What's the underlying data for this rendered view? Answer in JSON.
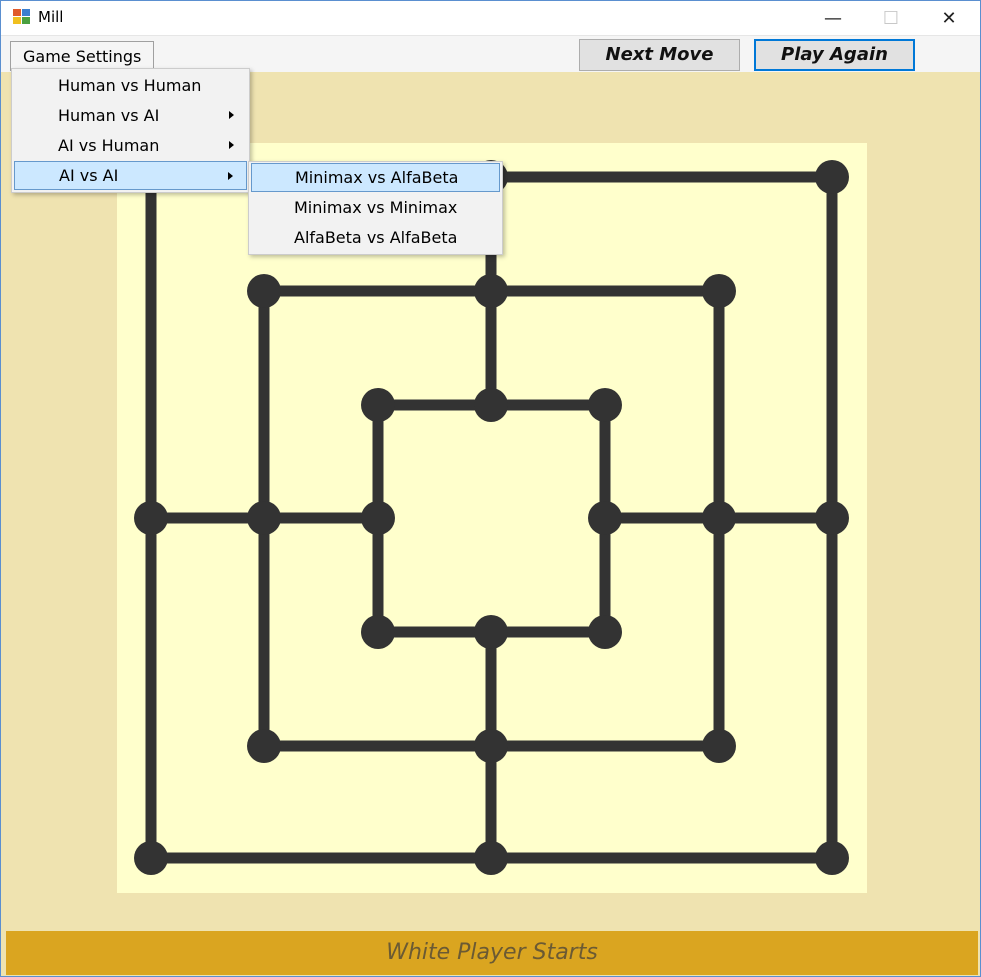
{
  "window": {
    "title": "Mill",
    "minimize_glyph": "—",
    "maximize_glyph": "☐",
    "close_glyph": "✕"
  },
  "menubar": {
    "game_settings_label": "Game Settings",
    "next_move_label": "Next Move",
    "play_again_label": "Play Again"
  },
  "game_settings_menu": {
    "items": [
      {
        "label": "Human vs Human",
        "has_submenu": false
      },
      {
        "label": "Human vs AI",
        "has_submenu": true
      },
      {
        "label": "AI vs Human",
        "has_submenu": true
      },
      {
        "label": "AI vs AI",
        "has_submenu": true,
        "highlighted": true
      }
    ]
  },
  "ai_vs_ai_submenu": {
    "items": [
      {
        "label": "Minimax vs AlfaBeta",
        "highlighted": true
      },
      {
        "label": "Minimax vs Minimax"
      },
      {
        "label": "AlfaBeta vs AlfaBeta"
      }
    ]
  },
  "status": {
    "text": "White Player Starts"
  },
  "colors": {
    "window_background": "#efe3b0",
    "board_background": "#ffffcc",
    "board_lines": "#333333",
    "status_bar": "#daa520",
    "status_text": "#6b5a33",
    "menu_highlight": "#cce8ff"
  }
}
